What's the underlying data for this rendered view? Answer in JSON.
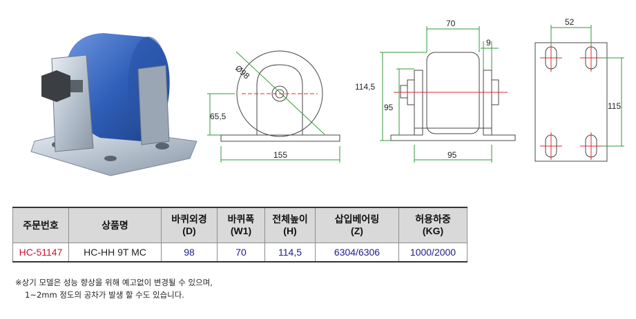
{
  "drawing_labels": {
    "side_diameter": "Ø98",
    "side_axle_height": "65,5",
    "side_base_width": "155",
    "front_top_width": "70",
    "front_plate_thickness": "9",
    "front_total_height": "114,5",
    "front_wheel_height": "95",
    "front_base_width": "95",
    "top_hole_spacing_x": "52",
    "top_hole_spacing_y": "115"
  },
  "table": {
    "headers": [
      {
        "line1": "주문번호",
        "line2": ""
      },
      {
        "line1": "상품명",
        "line2": ""
      },
      {
        "line1": "바퀴외경",
        "line2": "(D)"
      },
      {
        "line1": "바퀴폭",
        "line2": "(W1)"
      },
      {
        "line1": "전체높이",
        "line2": "(H)"
      },
      {
        "line1": "삽입베어링",
        "line2": "(Z)"
      },
      {
        "line1": "허용하중",
        "line2": "(KG)"
      }
    ],
    "row": {
      "code": "HC-51147",
      "model": "HC-HH 9T MC",
      "diameter": "98",
      "width": "70",
      "height": "114,5",
      "bearing": "6304/6306",
      "load": "1000/2000"
    }
  },
  "notes": {
    "line1": "※상기 모델은 성능 향상을 위해 예고없이 변경될 수 있으며,",
    "line2": "1~2mm 정도의  공차가 발생 할 수도 있습니다."
  },
  "colors": {
    "wheel_blue": "#2f5fb8",
    "dimension_green": "#2e9a3a",
    "center_red": "#e0252b",
    "code_red": "#d0102a",
    "value_navy": "#1a1a8c"
  }
}
